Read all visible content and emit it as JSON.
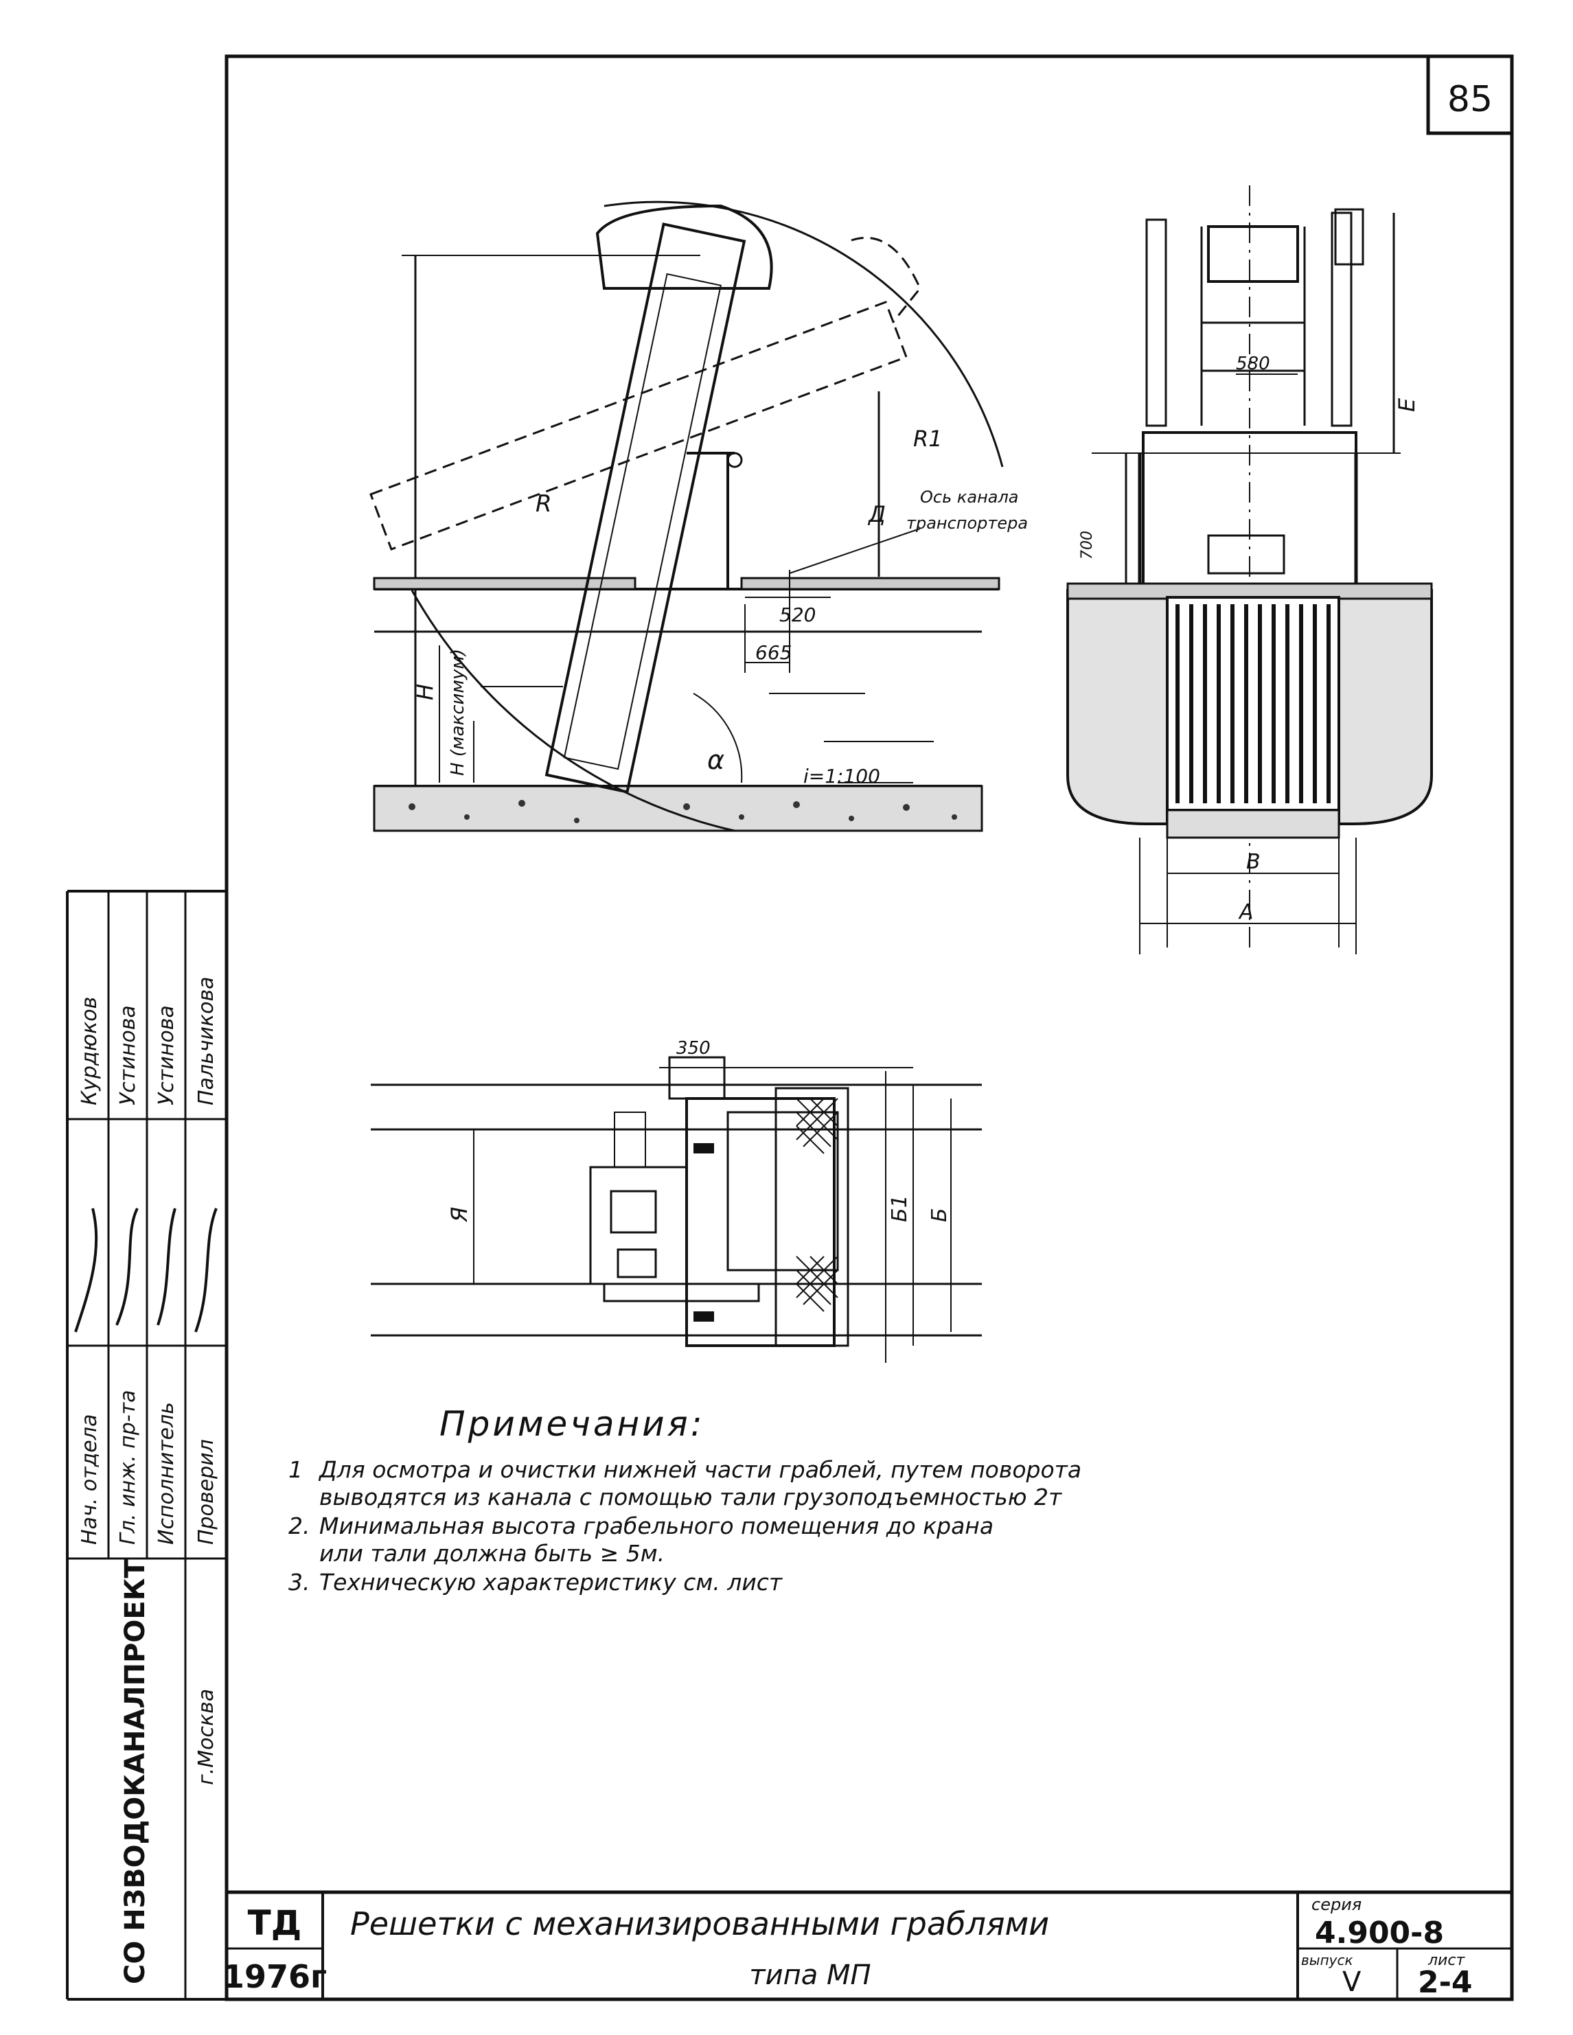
{
  "sheet_number": "85",
  "notes": {
    "heading": "Примечания:",
    "items": [
      {
        "num": "1",
        "lines": [
          "Для осмотра и очистки нижней части граблей, путем поворота",
          "выводятся из канала с помощью тали грузоподъемностью 2т"
        ]
      },
      {
        "num": "2.",
        "lines": [
          "Минимальная высота грабельного помещения до крана",
          "или тали должна быть ≥ 5м."
        ]
      },
      {
        "num": "3.",
        "lines": [
          "Техническую характеристику см. лист"
        ]
      }
    ]
  },
  "section_view": {
    "label_R": "R",
    "label_R1": "R1",
    "label_axis": "Ось канала",
    "label_axis2": "транспортера",
    "label_D": "Д",
    "dim_520": "520",
    "dim_665": "665",
    "label_H": "H",
    "label_H_max": "H (максимум)",
    "label_alpha": "α",
    "slope": "i=1:100"
  },
  "front_view": {
    "dim_580": "580",
    "dim_700": "700",
    "label_E": "E",
    "label_V": "В",
    "label_A": "А"
  },
  "plan_view": {
    "dim_350": "350",
    "label_Ya": "Я",
    "label_B1": "Б1",
    "label_B": "Б"
  },
  "signatures": {
    "roles": [
      "Нач. отдела",
      "Гл. инж. пр-та",
      "Исполнитель",
      "Проверил"
    ],
    "names": [
      "Курдюков",
      "Устинова",
      "Устинова",
      "Пальчикова"
    ]
  },
  "org": {
    "name": "СО НЗВОДОКАНАЛПРОЕКТ",
    "city": "г.Москва"
  },
  "title_block": {
    "code": "ТД",
    "year": "1976г",
    "title_line1": "Решетки с механизированными граблями",
    "title_line2": "типа МП",
    "series_label": "серия",
    "series": "4.900-8",
    "issue_label": "выпуск",
    "issue": "V",
    "sheet_label": "лист",
    "sheet": "2-4"
  }
}
